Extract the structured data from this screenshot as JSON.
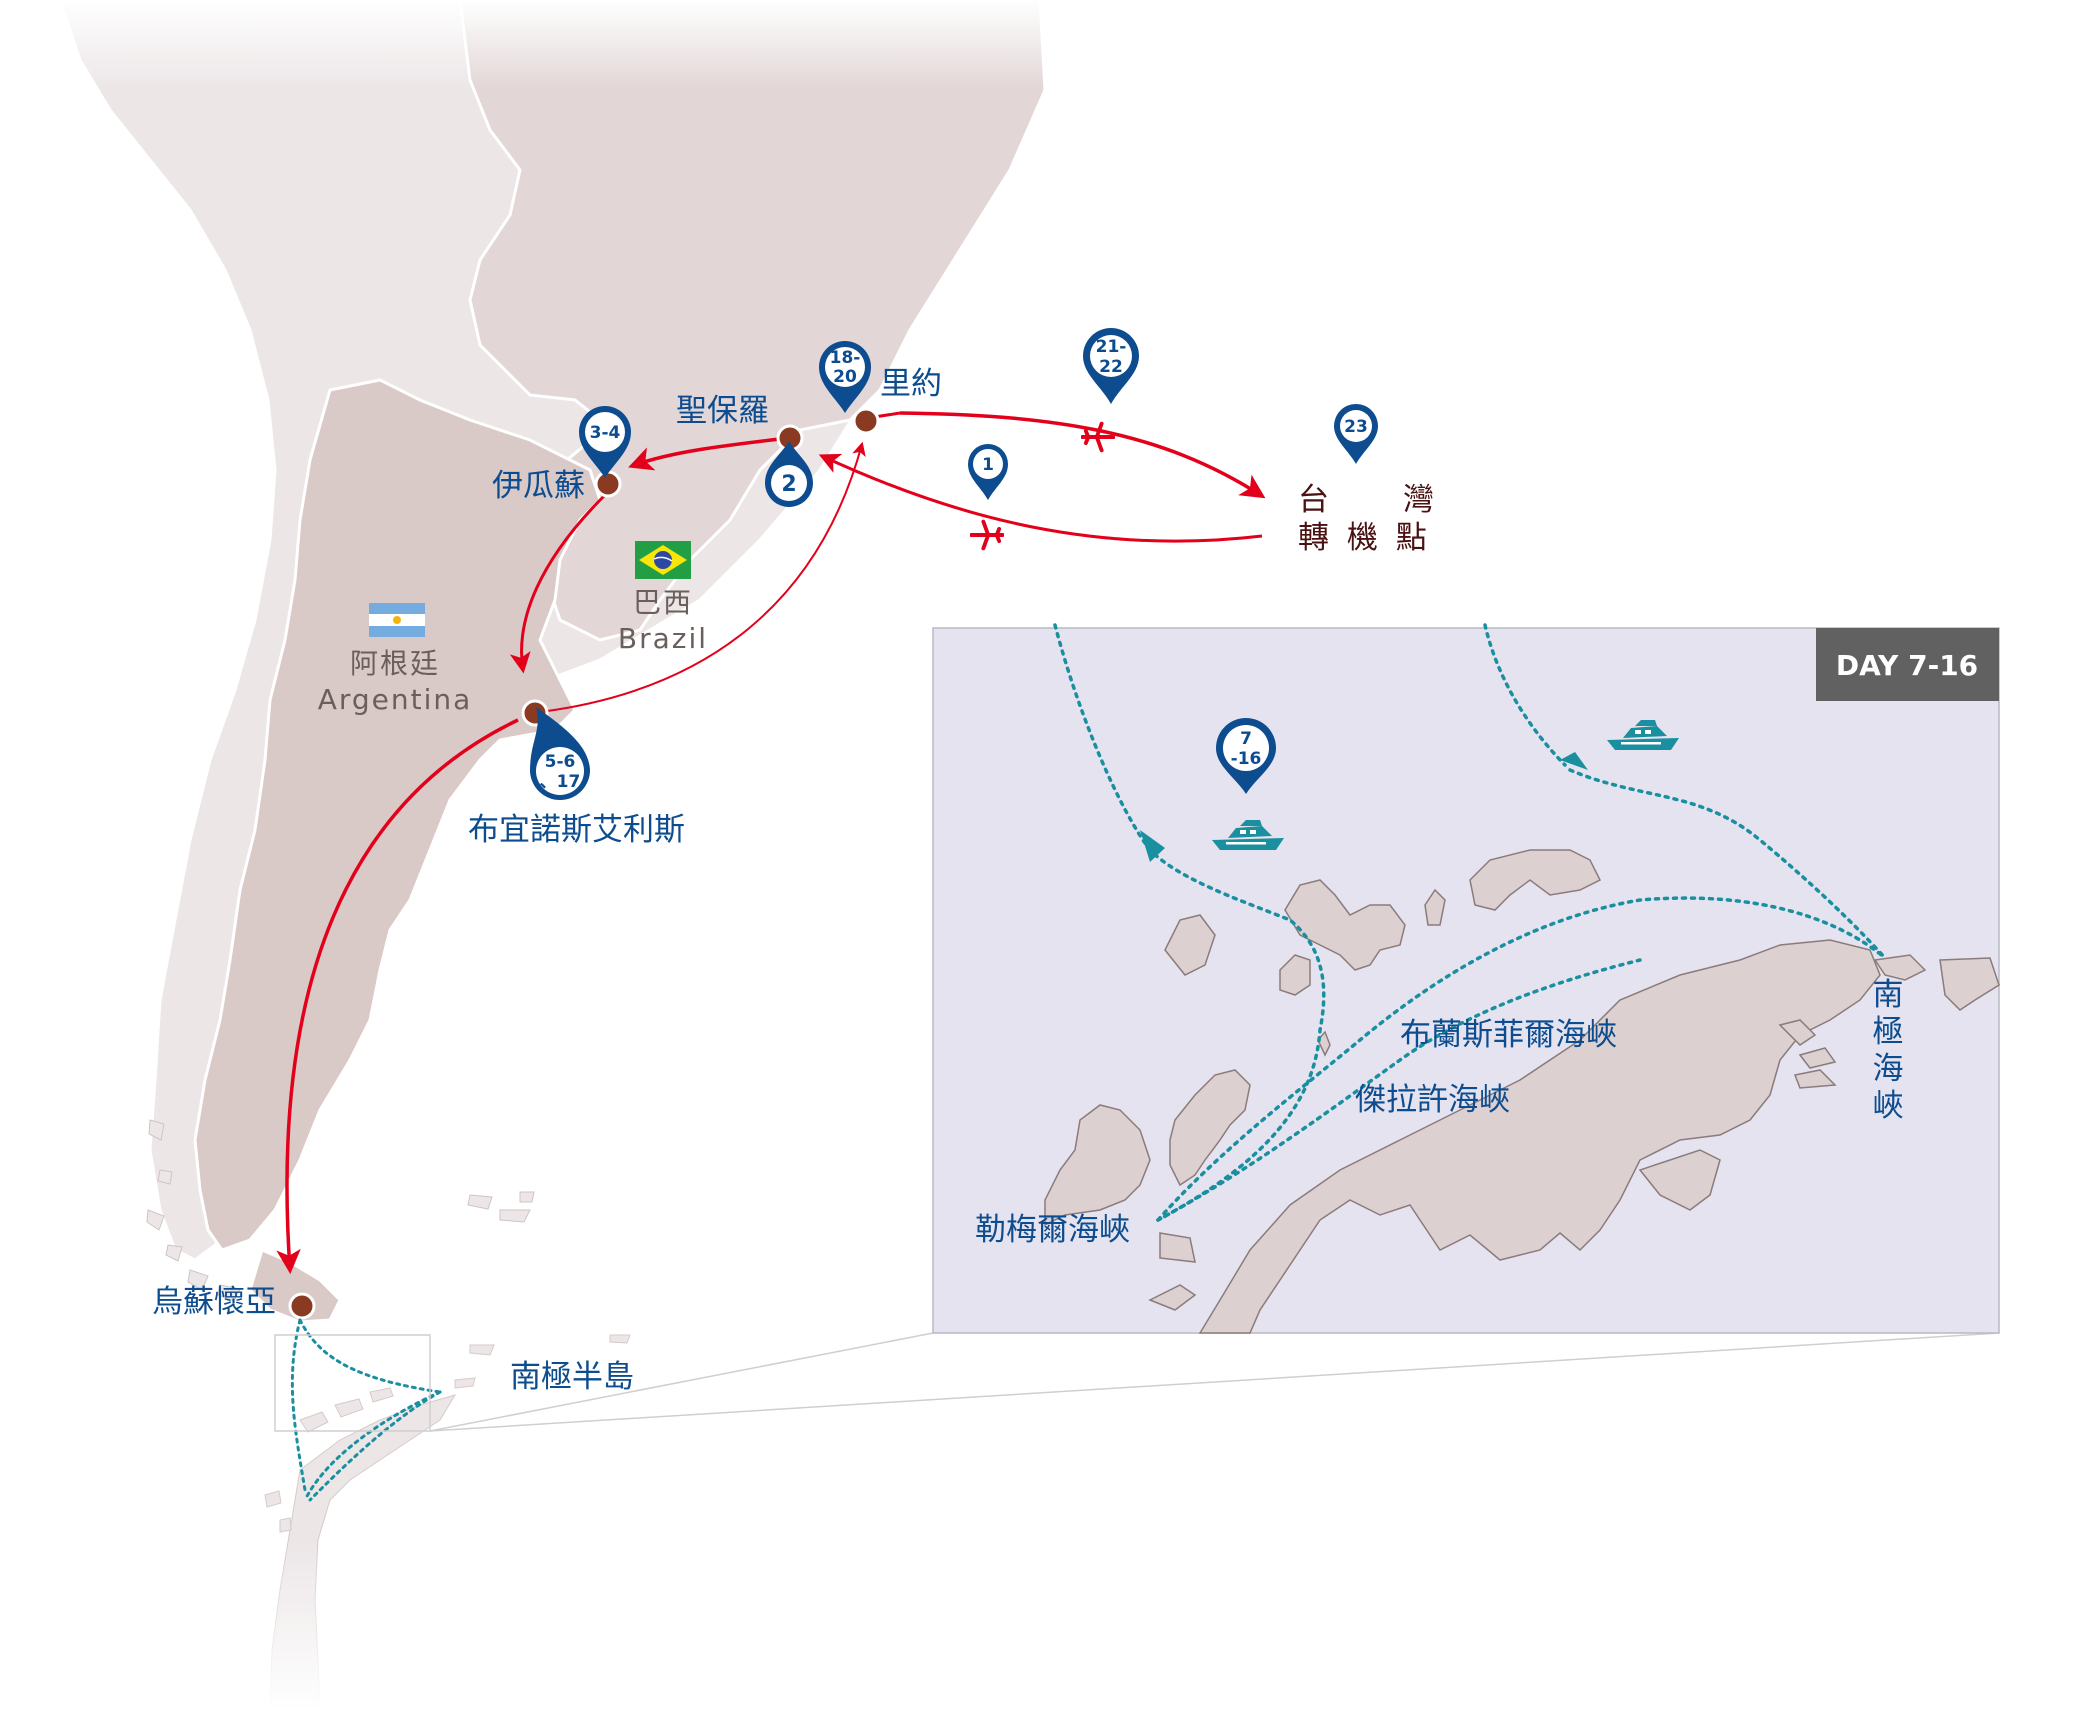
{
  "map": {
    "cities": [
      {
        "id": "rio",
        "label": "里約"
      },
      {
        "id": "sao-paulo",
        "label": "聖保羅"
      },
      {
        "id": "iguazu",
        "label": "伊瓜蘇"
      },
      {
        "id": "buenos-aires",
        "label": "布宜諾斯艾利斯"
      },
      {
        "id": "ushuaia",
        "label": "烏蘇懷亞"
      },
      {
        "id": "antarctic-peninsula",
        "label": "南極半島"
      }
    ],
    "countries": {
      "brazil": {
        "zh": "巴西",
        "en": "Brazil"
      },
      "argentina": {
        "zh": "阿根廷",
        "en": "Argentina"
      }
    },
    "transit": {
      "line1": "台　　灣",
      "line2": "轉 機 點"
    },
    "day_pins": [
      {
        "id": "d18",
        "line1": "18-",
        "line2": "20"
      },
      {
        "id": "d3",
        "line1": "3-4",
        "line2": ""
      },
      {
        "id": "d2",
        "line1": "2",
        "line2": ""
      },
      {
        "id": "d5",
        "line1": "5-6",
        "line2": "、17"
      },
      {
        "id": "d21",
        "line1": "21-",
        "line2": "22"
      },
      {
        "id": "d1",
        "line1": "1",
        "line2": ""
      },
      {
        "id": "d23",
        "line1": "23",
        "line2": ""
      },
      {
        "id": "d7",
        "line1": "7",
        "line2": "-16"
      }
    ],
    "inset": {
      "badge": "DAY 7-16",
      "straits": {
        "bransfield": "布蘭斯菲爾海峽",
        "gerlache": "傑拉許海峽",
        "lemaire": "勒梅爾海峽",
        "antarctic_sound": [
          "南",
          "極",
          "海",
          "峽"
        ]
      }
    },
    "colors": {
      "route_red": "#e3001b",
      "pin_blue": "#0d4c8f",
      "city_dot": "#8b3a22",
      "ship_teal": "#1a8fa0",
      "land_brazil": "#e2d6d6",
      "land_argentina": "#d9c9c7",
      "land_other": "#ece6e7",
      "inset_bg": "#e4e3ef",
      "badge_bg": "#616161"
    }
  }
}
